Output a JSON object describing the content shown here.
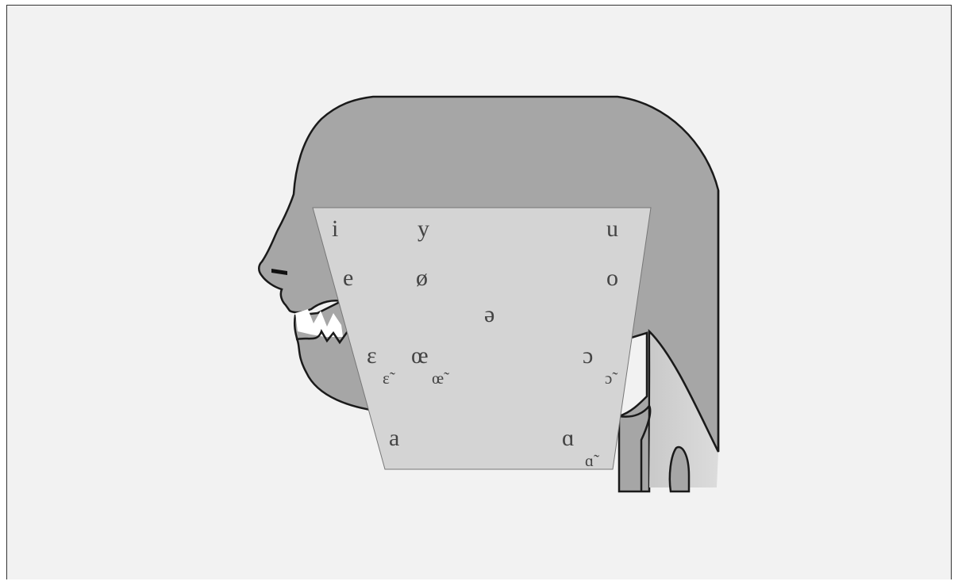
{
  "diagram": {
    "colors": {
      "background": "#f2f2f2",
      "head_fill": "#a6a6a6",
      "trapezoid_fill": "#d4d4d4",
      "outline": "#1a1a1a",
      "text": "#444444"
    },
    "vowels": {
      "i": "i",
      "y": "y",
      "u": "u",
      "e": "e",
      "oe_slash": "ø",
      "o": "o",
      "schwa": "ə",
      "open_e": "ɛ",
      "open_e_nasal": "ɛ̃",
      "oe_lig": "œ",
      "oe_lig_nasal": "œ̃",
      "open_o": "ɔ",
      "open_o_nasal": "ɔ̃",
      "a": "a",
      "back_a": "ɑ",
      "back_a_nasal": "ɑ̃"
    }
  }
}
